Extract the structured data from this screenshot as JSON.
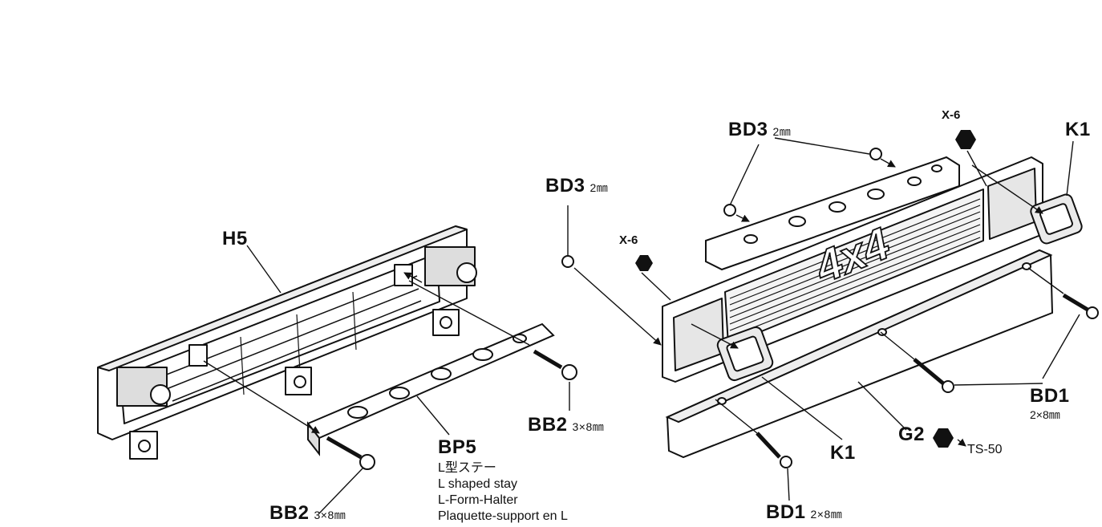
{
  "labels": {
    "h5": "H5",
    "bd3_left": {
      "code": "BD3",
      "size": "2㎜"
    },
    "bd3_top": {
      "code": "BD3",
      "size": "2㎜"
    },
    "x6_left": "X-6",
    "x6_top": "X-6",
    "k1_top": "K1",
    "k1_bottom": "K1",
    "bb2_right": {
      "code": "BB2",
      "size": "3×8㎜"
    },
    "bb2_bottom": {
      "code": "BB2",
      "size": "3×8㎜"
    },
    "bp5": {
      "code": "BP5",
      "desc_jp": "L型ステー",
      "desc_en": "L shaped stay",
      "desc_de": "L-Form-Halter",
      "desc_fr": "Plaquette-support en L"
    },
    "bd1_right": {
      "code": "BD1",
      "size": "2×8㎜"
    },
    "bd1_bottom": {
      "code": "BD1",
      "size": "2×8㎜"
    },
    "g2": "G2",
    "ts50": "TS-50",
    "grille_emblem": "4x4"
  },
  "colors": {
    "ink": "#111111",
    "fill": "#ffffff",
    "shade": "#d8d8d8"
  }
}
